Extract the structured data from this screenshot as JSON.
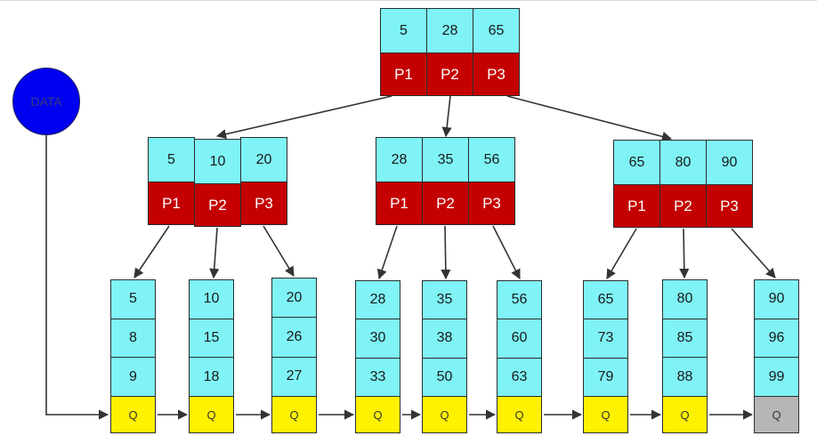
{
  "root": {
    "keys": [
      "5",
      "28",
      "65"
    ],
    "pointers": [
      "P1",
      "P2",
      "P3"
    ]
  },
  "internal": [
    {
      "keys": [
        "5",
        "10",
        "20"
      ],
      "pointers": [
        "P1",
        "P2",
        "P3"
      ]
    },
    {
      "keys": [
        "28",
        "35",
        "56"
      ],
      "pointers": [
        "P1",
        "P2",
        "P3"
      ]
    },
    {
      "keys": [
        "65",
        "80",
        "90"
      ],
      "pointers": [
        "P1",
        "P2",
        "P3"
      ]
    }
  ],
  "leaves": [
    {
      "keys": [
        "5",
        "8",
        "9"
      ],
      "link": "Q"
    },
    {
      "keys": [
        "10",
        "15",
        "18"
      ],
      "link": "Q"
    },
    {
      "keys": [
        "20",
        "26",
        "27"
      ],
      "link": "Q"
    },
    {
      "keys": [
        "28",
        "30",
        "33"
      ],
      "link": "Q"
    },
    {
      "keys": [
        "35",
        "38",
        "50"
      ],
      "link": "Q"
    },
    {
      "keys": [
        "56",
        "60",
        "63"
      ],
      "link": "Q"
    },
    {
      "keys": [
        "65",
        "73",
        "79"
      ],
      "link": "Q"
    },
    {
      "keys": [
        "80",
        "85",
        "88"
      ],
      "link": "Q"
    },
    {
      "keys": [
        "90",
        "96",
        "99"
      ],
      "link": "Q"
    }
  ],
  "data_label": "DATA",
  "colors": {
    "key": "#7ff3f6",
    "pointer": "#c40000",
    "leaf_link": "#fff200",
    "leaf_link_end": "#b6b6b6",
    "data_node": "#0000f0"
  }
}
